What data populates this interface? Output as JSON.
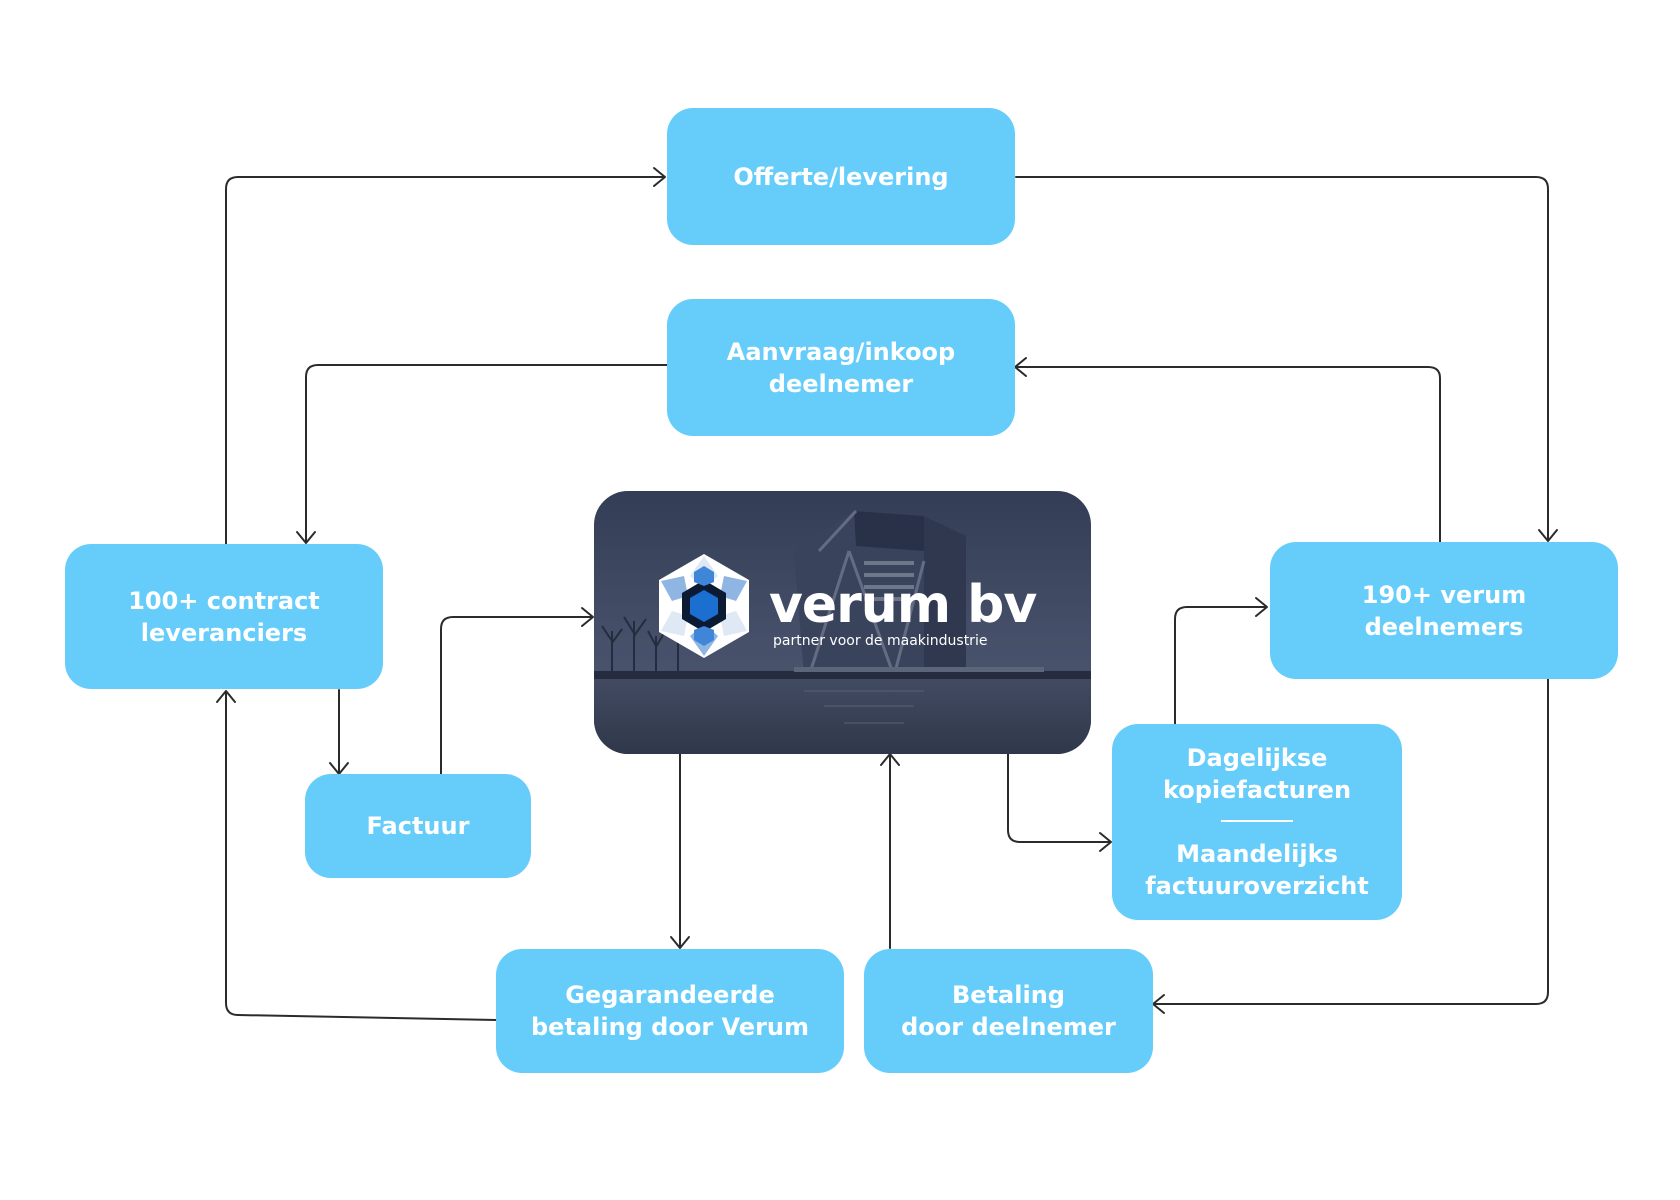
{
  "nodes": {
    "offerte": "Offerte/levering",
    "aanvraag": [
      "Aanvraag/inkoop",
      "deelnemer"
    ],
    "leveranciers": [
      "100+ contract",
      "leveranciers"
    ],
    "deelnemers": [
      "190+ verum",
      "deelnemers"
    ],
    "factuur": "Factuur",
    "kopie": [
      "Dagelijkse",
      "kopiefacturen"
    ],
    "maand": [
      "Maandelijks",
      "factuuroverzicht"
    ],
    "gegarandeerde": [
      "Gegarandeerde",
      "betaling door Verum"
    ],
    "betaling": [
      "Betaling",
      "door deelnemer"
    ]
  },
  "brand": {
    "name": "verum bv",
    "tagline": "partner voor de maakindustrie"
  },
  "colors": {
    "node_fill": "#66cdfb",
    "arrow": "#2b2b2b",
    "logo_blue": "#1b6fd1"
  }
}
